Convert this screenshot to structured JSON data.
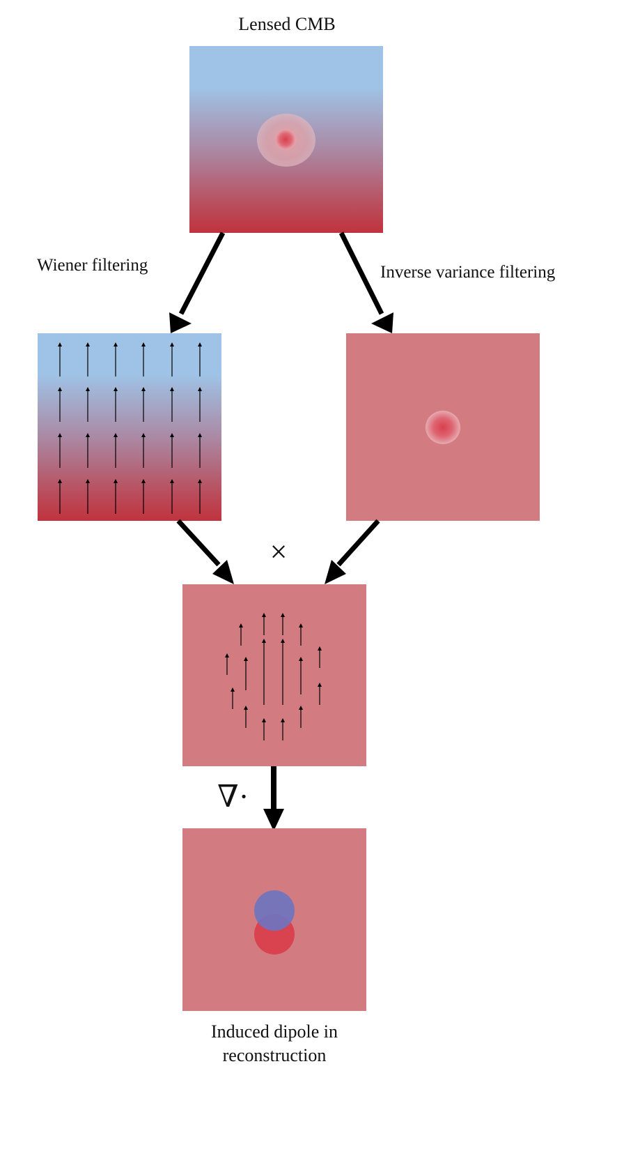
{
  "labels": {
    "top": "Lensed CMB",
    "left_branch": "Wiener filtering",
    "right_branch": "Inverse variance filtering",
    "product_op": "×",
    "divergence_op": "∇·",
    "bottom_line1": "Induced dipole in",
    "bottom_line2": "reconstruction"
  },
  "colors": {
    "cmb_blue": "#9fc3e6",
    "cmb_red": "#c0333d",
    "panel_pink": "#d27b80",
    "hot_spot": "#d8404c",
    "dipole_blue": "#6f74bf",
    "dipole_red": "#d9434f",
    "arrow": "#000000"
  }
}
